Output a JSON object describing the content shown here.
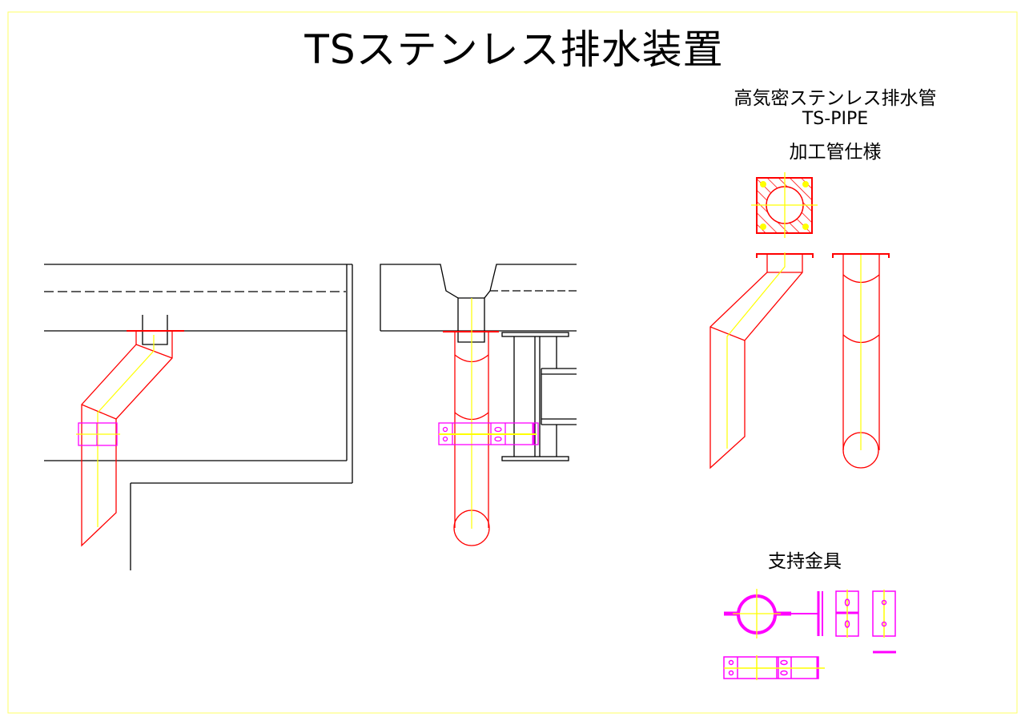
{
  "title": "TSステンレス排水装置",
  "spec_label": {
    "line1": "高気密ステンレス排水管",
    "line2": "TS-PIPE",
    "line3": "加工管仕様"
  },
  "bracket_label": "支持金具",
  "colors": {
    "frame": "#ffff66",
    "pipe": "#ff0000",
    "bracket": "#ff00ff",
    "centerline": "#ffff00",
    "structure": "#000000"
  }
}
